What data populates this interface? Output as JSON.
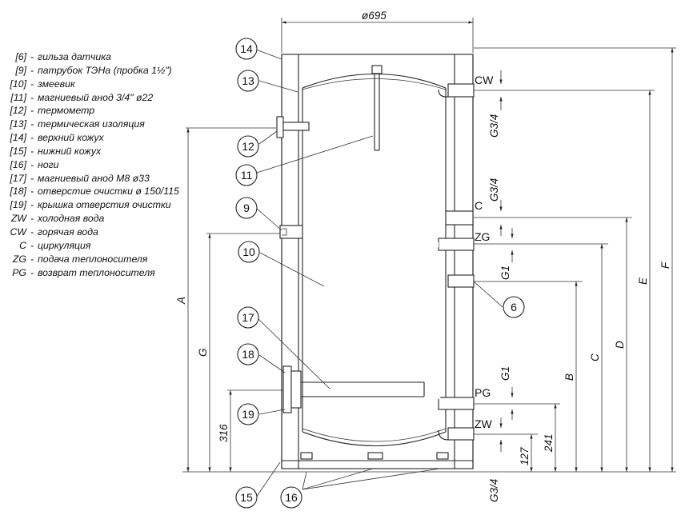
{
  "legend": [
    {
      "code": "[6]",
      "text": "гильза датчика"
    },
    {
      "code": "[9]",
      "text": "патрубок ТЭНа (пробка 1½\")"
    },
    {
      "code": "[10]",
      "text": "змеевик"
    },
    {
      "code": "[11]",
      "text": "магниевый анод 3/4\" ø22"
    },
    {
      "code": "[12]",
      "text": "термометр"
    },
    {
      "code": "[13]",
      "text": "термическая изоляция"
    },
    {
      "code": "[14]",
      "text": "верхний кожух"
    },
    {
      "code": "[15]",
      "text": "нижний кожух"
    },
    {
      "code": "[16]",
      "text": "ноги"
    },
    {
      "code": "[17]",
      "text": "магниевый анод M8 ø33"
    },
    {
      "code": "[18]",
      "text": "отверстие очистки ø 150/115"
    },
    {
      "code": "[19]",
      "text": "крышка отверстия очистки"
    },
    {
      "code": "ZW",
      "text": "холодная вода"
    },
    {
      "code": "CW",
      "text": "горячая вода"
    },
    {
      "code": "C",
      "text": "циркуляция"
    },
    {
      "code": "ZG",
      "text": "подача теплоносителя"
    },
    {
      "code": "PG",
      "text": "возврат теплоносителя"
    }
  ],
  "legend_dash": "-",
  "dimensions": {
    "diameter": "ø695",
    "A": "A",
    "B": "B",
    "C": "C",
    "D": "D",
    "E": "E",
    "F": "F",
    "G": "G",
    "d316": "316",
    "d127": "127",
    "d241": "241",
    "g34_top": "G3/4",
    "g34_circ": "G3/4",
    "g34_bottom": "G3/4",
    "g1_top": "G1",
    "g1_bottom": "G1"
  },
  "connections": {
    "cw": "CW",
    "c": "C",
    "zg": "ZG",
    "pg": "PG",
    "zw": "ZW"
  },
  "callouts": {
    "n6": "6",
    "n9": "9",
    "n10": "10",
    "n11": "11",
    "n12": "12",
    "n13": "13",
    "n14": "14",
    "n15": "15",
    "n16": "16",
    "n17": "17",
    "n18": "18",
    "n19": "19"
  }
}
